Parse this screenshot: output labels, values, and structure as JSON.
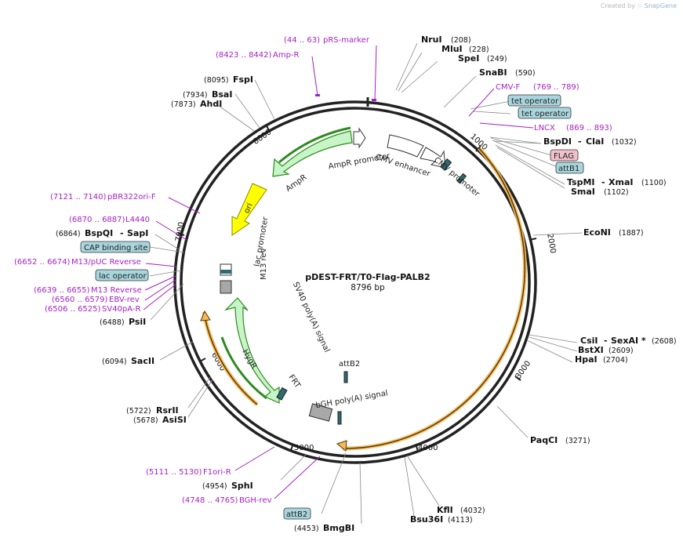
{
  "credit": {
    "prefix": "Created by",
    "brand": "SnapGene"
  },
  "plasmid": {
    "name": "pDEST-FRT/T0-Flag-PALB2",
    "length_label": "8796 bp",
    "length": 8796
  },
  "ticks": [
    "1000",
    "2000",
    "3000",
    "4000",
    "5000",
    "6000",
    "7000",
    "8000"
  ],
  "enzymes": [
    {
      "name": "NruI",
      "pos": "(208)"
    },
    {
      "name": "MluI",
      "pos": "(228)"
    },
    {
      "name": "SpeI",
      "pos": "(249)"
    },
    {
      "name": "SnaBI",
      "pos": "(590)"
    },
    {
      "name": "BspDI",
      "name2": "ClaI",
      "pos": "(1032)"
    },
    {
      "name": "TspMI",
      "name2": "XmaI",
      "pos": "(1100)"
    },
    {
      "name": "SmaI",
      "pos": "(1102)"
    },
    {
      "name": "EcoNI",
      "pos": "(1887)"
    },
    {
      "name": "CsiI",
      "name2": "SexAI *",
      "pos": "(2608)"
    },
    {
      "name": "BstXI",
      "pos": "(2609)"
    },
    {
      "name": "HpaI",
      "pos": "(2704)"
    },
    {
      "name": "PaqCI",
      "pos": "(3271)"
    },
    {
      "name": "KflI",
      "pos": "(4032)"
    },
    {
      "name": "Bsu36I",
      "pos": "(4113)"
    },
    {
      "name": "BmgBI",
      "pos": "(4453)"
    },
    {
      "name": "SphI",
      "pos": "(4954)"
    },
    {
      "name": "RsrII",
      "pos": "(5722)"
    },
    {
      "name": "AsiSI",
      "pos": "(5678)"
    },
    {
      "name": "SacII",
      "pos": "(6094)"
    },
    {
      "name": "PsiI",
      "pos": "(6488)"
    },
    {
      "name": "BspQI",
      "name2": "SapI",
      "pos": "(6864)"
    },
    {
      "name": "AhdI",
      "pos": "(7873)"
    },
    {
      "name": "BsaI",
      "pos": "(7934)"
    },
    {
      "name": "FspI",
      "pos": "(8095)"
    }
  ],
  "primers": [
    {
      "name": "pRS-marker",
      "range": "(44 .. 63)"
    },
    {
      "name": "Amp-R",
      "range": "(8423 .. 8442)"
    },
    {
      "name": "CMV-F",
      "range": "(769 .. 789)"
    },
    {
      "name": "LNCX",
      "range": "(869 .. 893)"
    },
    {
      "name": "pBR322ori-F",
      "range": "(7121 .. 7140)"
    },
    {
      "name": "L4440",
      "range": "(6870 .. 6887)"
    },
    {
      "name": "M13/pUC Reverse",
      "range": "(6652 .. 6674)"
    },
    {
      "name": "M13 Reverse",
      "range": "(6639 .. 6655)"
    },
    {
      "name": "EBV-rev",
      "range": "(6560 .. 6579)"
    },
    {
      "name": "SV40pA-R",
      "range": "(6506 .. 6525)"
    },
    {
      "name": "F1ori-R",
      "range": "(5111 .. 5130)"
    },
    {
      "name": "BGH-rev",
      "range": "(4748 .. 4765)"
    }
  ],
  "boxes": [
    {
      "name": "tet operator",
      "color": "#a9d6de"
    },
    {
      "name": "tet operator",
      "color": "#a9d6de"
    },
    {
      "name": "FLAG",
      "color": "#f2c0cc"
    },
    {
      "name": "attB1",
      "color": "#a9d6de"
    },
    {
      "name": "CAP binding site",
      "color": "#a9d6de"
    },
    {
      "name": "lac operator",
      "color": "#a9d6de"
    },
    {
      "name": "attB2",
      "color": "#a9d6de"
    }
  ],
  "features": {
    "ampr_promoter": "AmpR promoter",
    "cmv_enhancer": "CMV enhancer",
    "cmv_promoter": "CMV promoter",
    "ampr": "AmpR",
    "ori": "ori",
    "lac_promoter": "lac promoter",
    "m13_rev": "M13 rev",
    "sv40": "SV40 poly(A) signal",
    "hygr": "HygR",
    "frt": "FRT",
    "attb2": "attB2",
    "bgh": "bGH poly(A) signal"
  },
  "colors": {
    "backbone": "#222222",
    "primer": "#a61fc4",
    "orf_highlight": "#f5b95a",
    "marker_fill": "#c8f5c8",
    "marker_edge": "#2e8b1f",
    "ori_fill": "#ffff00",
    "promoter_fill": "#ffffff",
    "misc_feature": "#2e6b73",
    "polyA": "#a8a8a8"
  }
}
